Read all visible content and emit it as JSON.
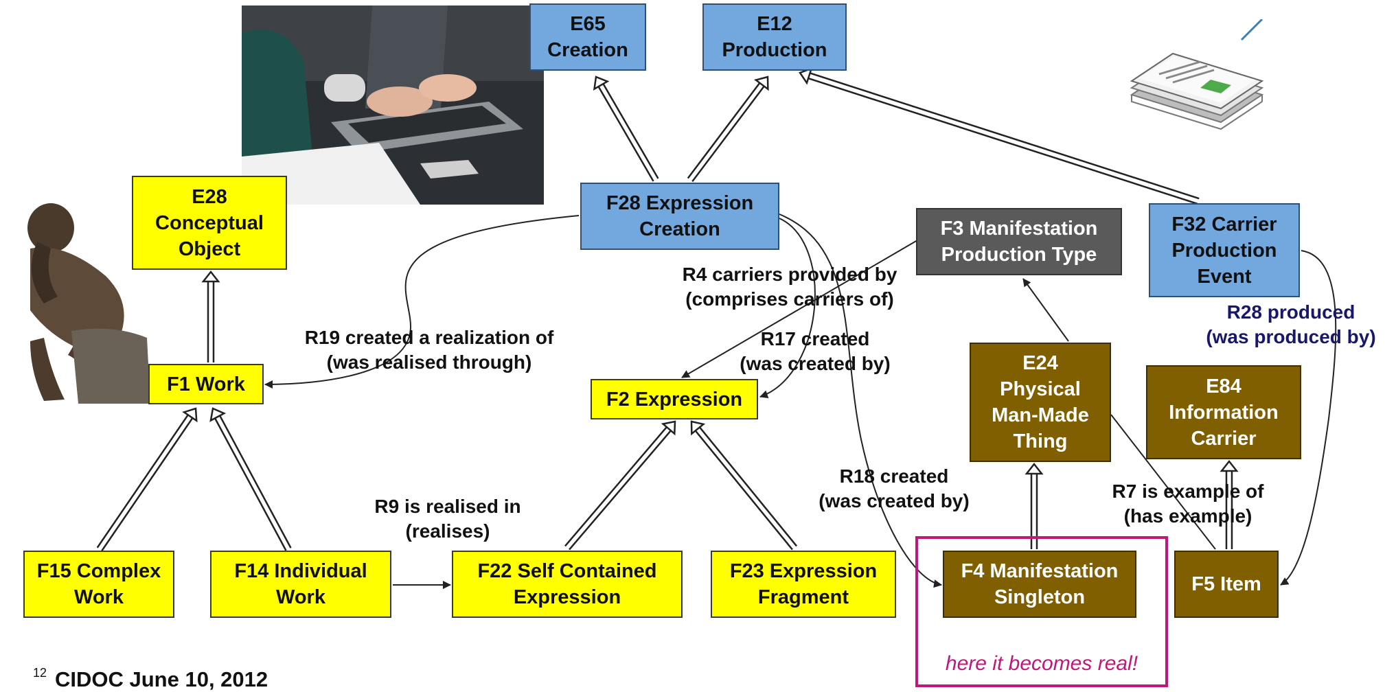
{
  "nodes": {
    "e65": "E65\nCreation",
    "e12": "E12\nProduction",
    "e28": "E28\nConceptual\nObject",
    "f28": "F28 Expression\nCreation",
    "f3": "F3 Manifestation\nProduction Type",
    "f32": "F32 Carrier\nProduction\nEvent",
    "f1": "F1 Work",
    "f2": "F2 Expression",
    "e24": "E24\nPhysical\nMan-Made\nThing",
    "e84": "E84\nInformation\nCarrier",
    "f15": "F15 Complex\nWork",
    "f14": "F14 Individual\nWork",
    "f22": "F22 Self Contained\nExpression",
    "f23": "F23 Expression\nFragment",
    "f4": "F4 Manifestation\nSingleton",
    "f5": "F5 Item"
  },
  "labels": {
    "r4": "R4 carriers provided by\n(comprises carriers of)",
    "r19": "R19 created a realization of\n(was realised through)",
    "r17": "R17 created\n(was created by)",
    "r28": "R28 produced\n(was produced by)",
    "r18": "R18  created\n(was created by)",
    "r9": "R9 is realised in\n(realises)",
    "r7": "R7 is example of\n(has example)"
  },
  "highlight_note": "here it becomes real!",
  "footer": {
    "slide_number": "12",
    "text": "CIDOC June 10, 2012"
  },
  "colors": {
    "yellow_node": "#ffff00",
    "blue_node": "#73a8df",
    "brown_node": "#7f5f00",
    "grey_node": "#5a5a5a",
    "highlight": "#c0177a",
    "r28_label": "#17176b"
  },
  "pictures": [
    "laptop-typing-photo",
    "thinker-sculpture-image",
    "newspaper-stack-icon"
  ]
}
